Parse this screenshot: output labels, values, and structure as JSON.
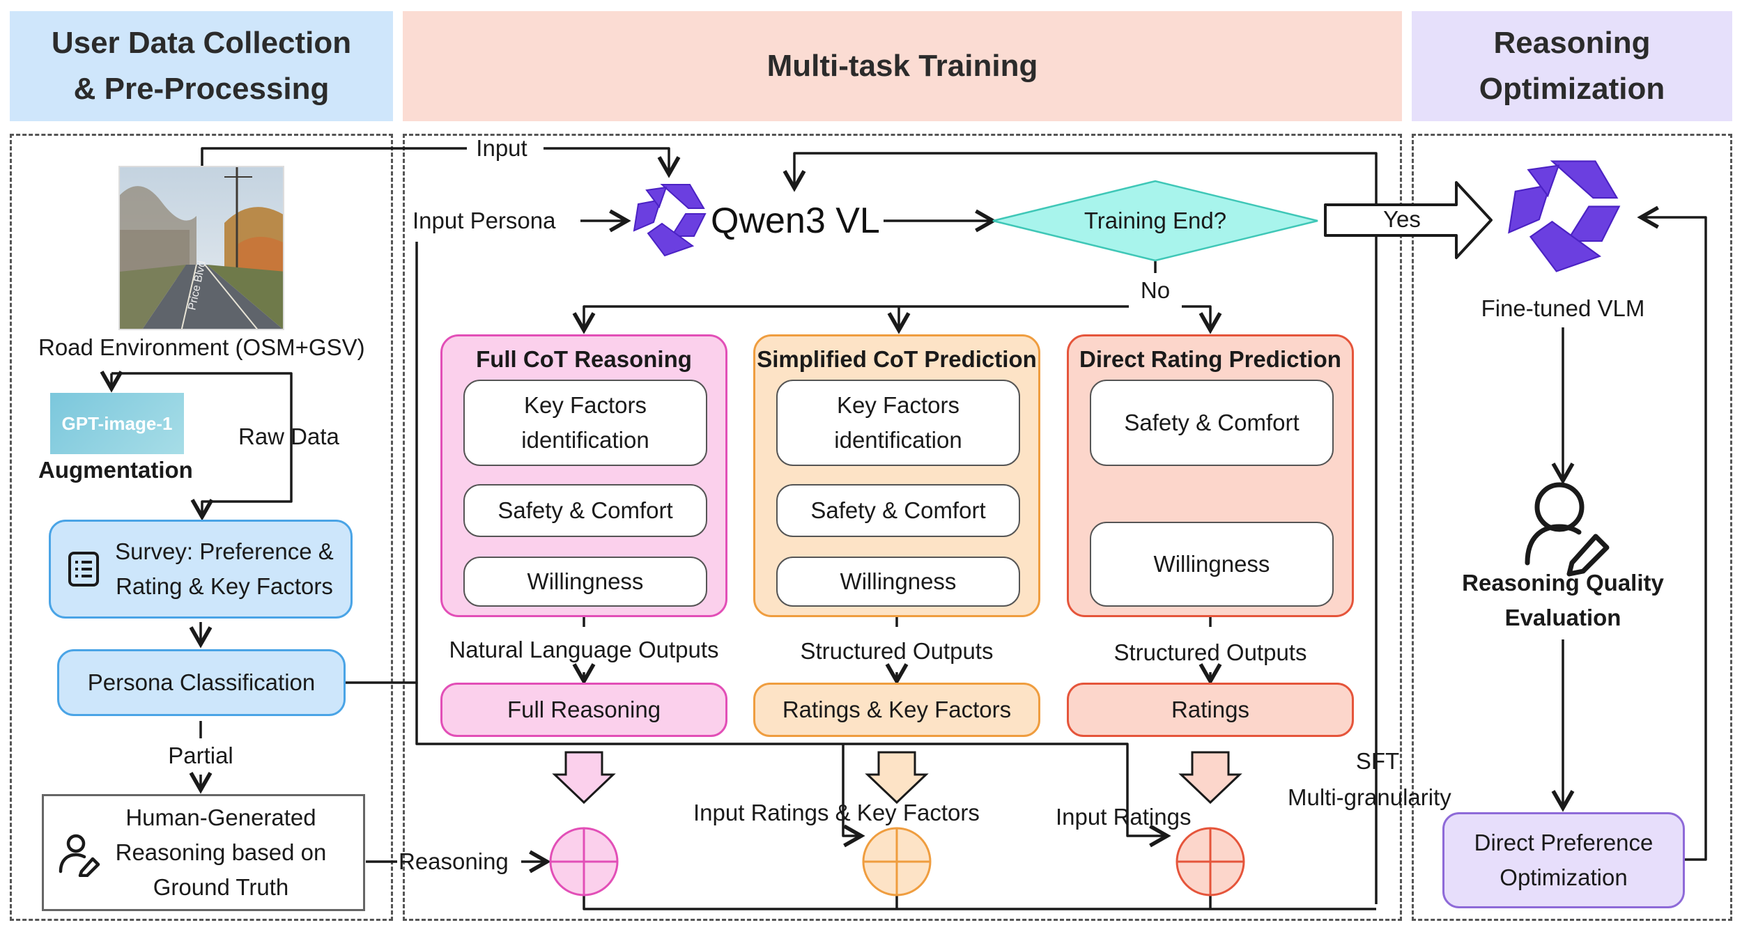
{
  "headers": {
    "left": [
      "User Data Collection",
      "& Pre-Processing"
    ],
    "middle": "Multi-task Training",
    "right": [
      "Reasoning",
      "Optimization"
    ]
  },
  "left": {
    "input_label": "Input",
    "road_env": "Road Environment (OSM+GSV)",
    "street_sign": "Price Blvd",
    "gpt_label": "GPT-image-1",
    "augmentation": "Augmentation",
    "raw_data": "Raw Data",
    "survey": [
      "Survey: Preference &",
      "Rating & Key Factors"
    ],
    "persona_classification": "Persona Classification",
    "partial": "Partial",
    "human_reasoning": [
      "Human-Generated",
      "Reasoning based on",
      "Ground Truth"
    ],
    "reasoning_label": "Reasoning"
  },
  "middle": {
    "input_persona": "Input Persona",
    "model_name": "Qwen3 VL",
    "decision": "Training End?",
    "yes": "Yes",
    "no": "No",
    "tasks": [
      {
        "title": "Full CoT Reasoning",
        "steps": [
          [
            "Key Factors",
            "identification"
          ],
          [
            "Safety & Comfort"
          ],
          [
            "Willingness"
          ]
        ],
        "output_type": "Natural Language Outputs",
        "output": "Full Reasoning"
      },
      {
        "title": "Simplified CoT Prediction",
        "steps": [
          [
            "Key Factors",
            "identification"
          ],
          [
            "Safety & Comfort"
          ],
          [
            "Willingness"
          ]
        ],
        "output_type": "Structured Outputs",
        "output": "Ratings & Key Factors"
      },
      {
        "title": "Direct Rating Prediction",
        "steps": [
          [
            "Safety & Comfort"
          ],
          [
            "Willingness"
          ]
        ],
        "output_type": "Structured Outputs",
        "output": "Ratings"
      }
    ],
    "input_ratings_key_factors": "Input Ratings & Key Factors",
    "input_ratings": "Input Ratings",
    "sft": "SFT",
    "multi_granularity": "Multi-granularity"
  },
  "right": {
    "fine_tuned": "Fine-tuned VLM",
    "evaluation": [
      "Reasoning Quality",
      "Evaluation"
    ],
    "dpo": [
      "Direct Preference",
      "Optimization"
    ]
  },
  "colors": {
    "pink": "#e24fb7",
    "orange": "#ef9d3f",
    "red": "#e5553b",
    "blue": "#4aa4e6",
    "purple": "#6b3fe0",
    "cyan": "#a8f4ec"
  }
}
